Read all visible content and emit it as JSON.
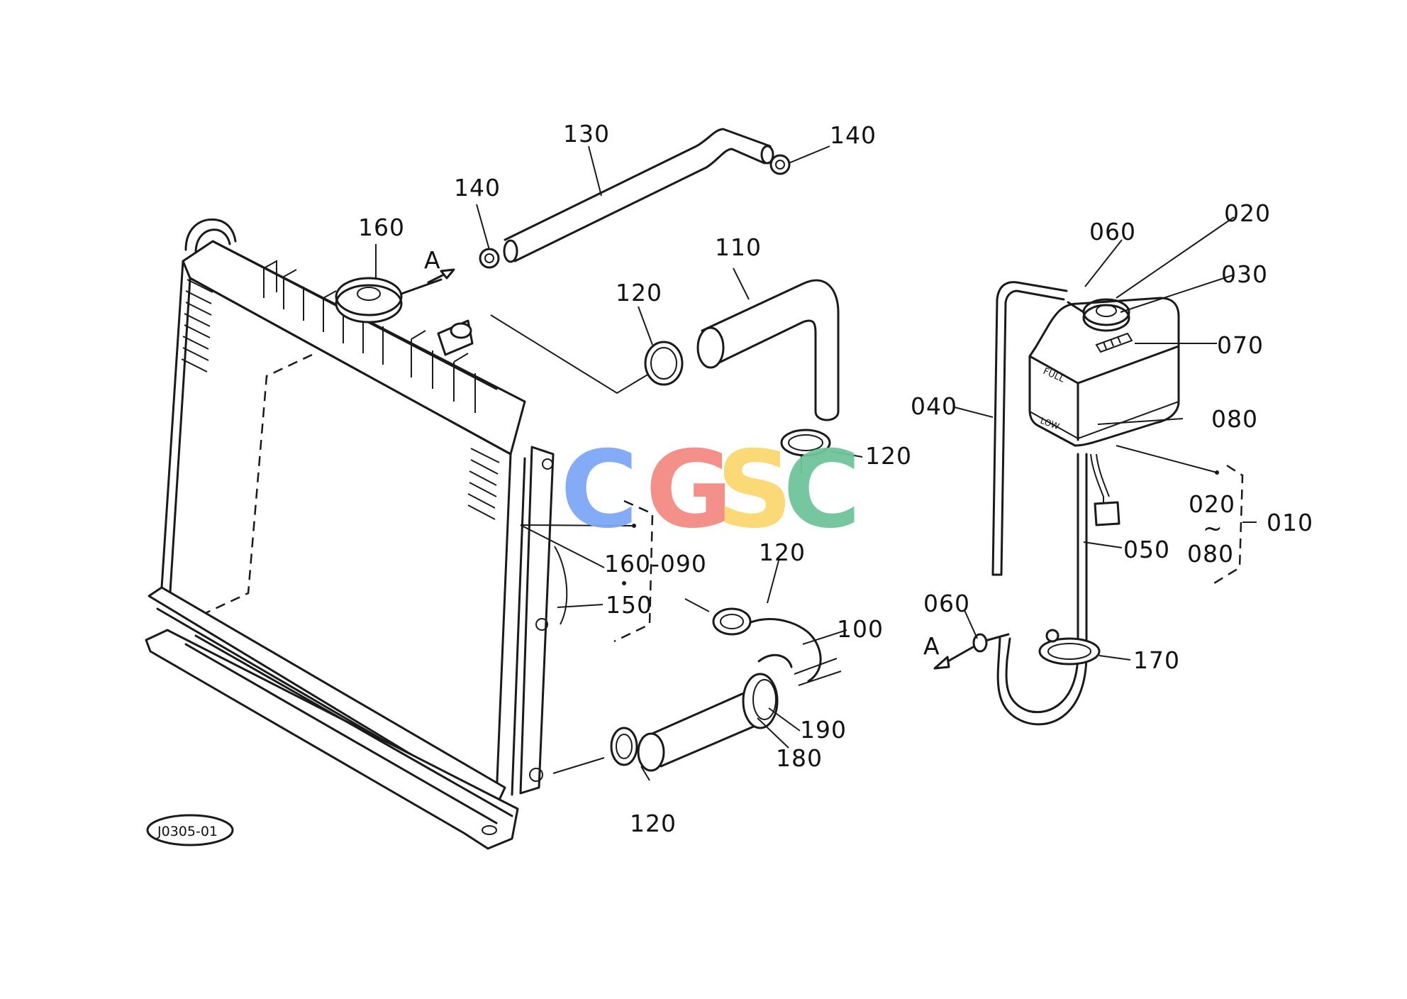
{
  "diagram": {
    "drawing_id": "J0305-01",
    "watermark": {
      "letters": [
        "C",
        "G",
        "S",
        "C"
      ],
      "colors": [
        "#7ea7f5",
        "#f38b84",
        "#fbd870",
        "#6fc59a"
      ]
    },
    "part_labels": {
      "p130": "130",
      "p140_left": "140",
      "p140_right": "140",
      "p160_top": "160",
      "arrow_a_left": "A",
      "p110": "110",
      "p120_upper_left": "120",
      "p120_upper_right": "120",
      "p120_middle": "120",
      "p120_bottom": "120",
      "p160_090": "160-090",
      "p150": "150",
      "p100": "100",
      "p190": "190",
      "p180": "180",
      "p060_top": "060",
      "p020_top": "020",
      "p030": "030",
      "p070": "070",
      "p040": "040",
      "p080_right": "080",
      "p020_bracket": "020",
      "tilde": "~",
      "p080_bracket": "080",
      "p010": "010",
      "p050": "050",
      "p060_bottom": "060",
      "arrow_a_right": "A",
      "p170": "170"
    },
    "tank_markings": {
      "full": "FULL",
      "low": "LOW"
    }
  }
}
